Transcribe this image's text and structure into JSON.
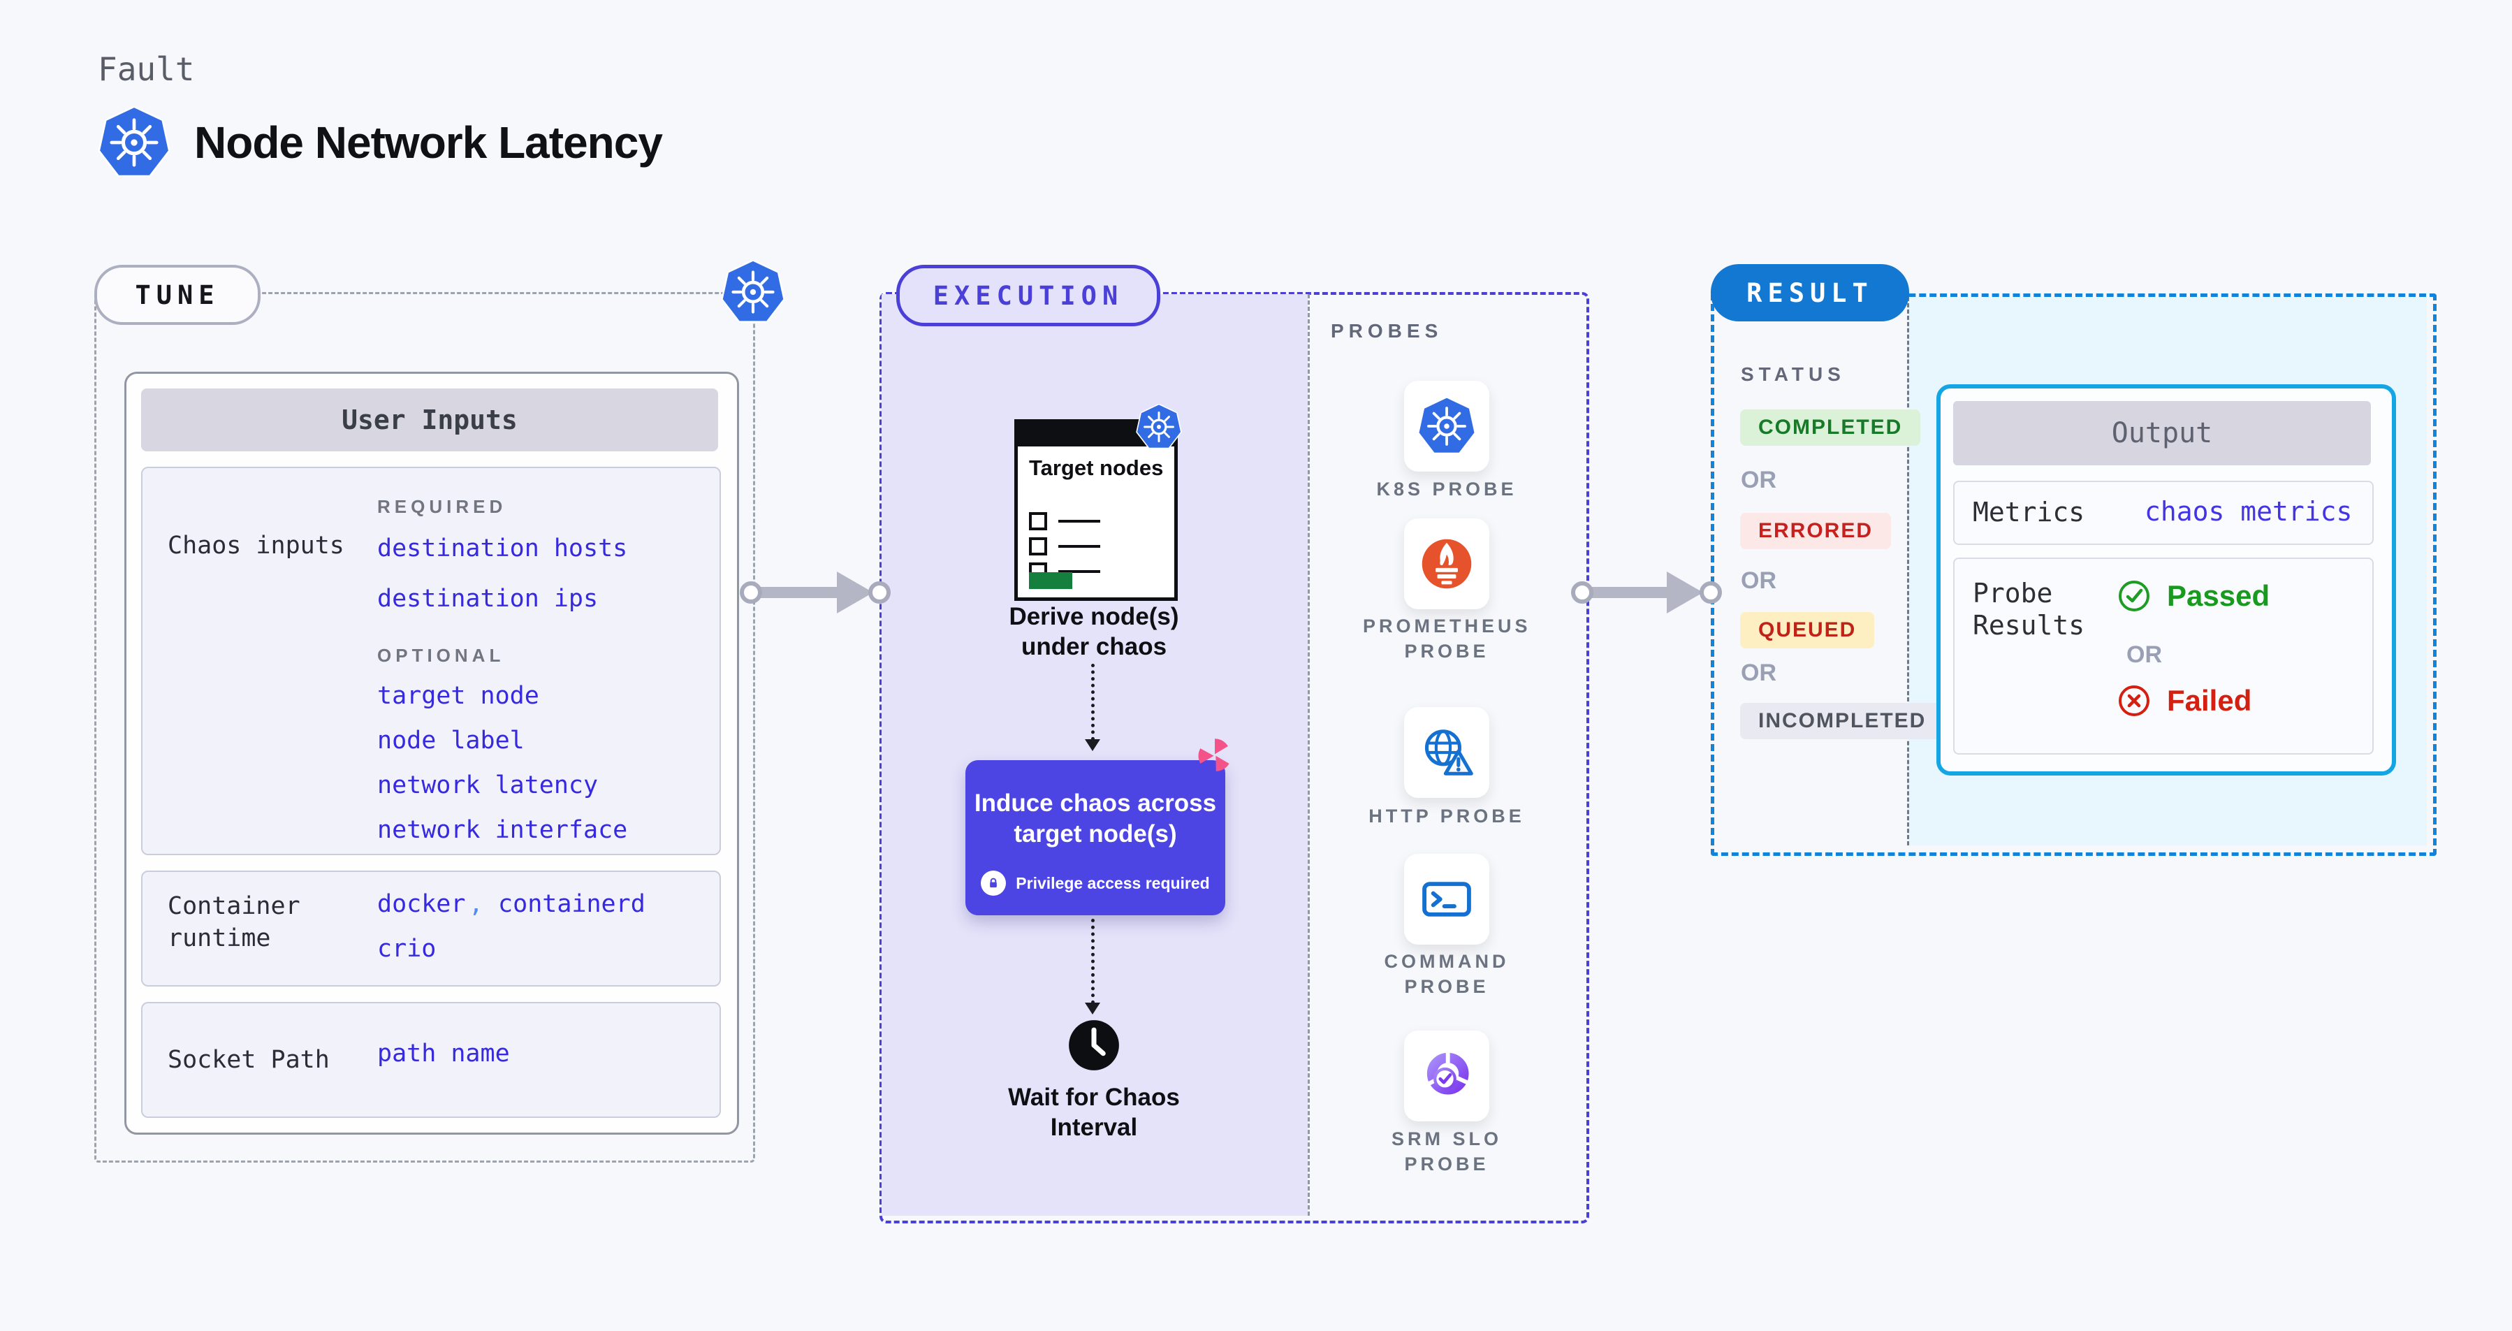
{
  "header": {
    "kicker": "Fault",
    "title": "Node Network Latency"
  },
  "tune": {
    "label": "TUNE",
    "user_inputs": {
      "title": "User Inputs",
      "chaos_inputs": {
        "label": "Chaos inputs",
        "required_label": "REQUIRED",
        "required": [
          "destination hosts",
          "destination ips"
        ],
        "optional_label": "OPTIONAL",
        "optional": [
          "target node",
          "node label",
          "network latency",
          "network interface"
        ]
      },
      "container_runtime": {
        "label": "Container runtime",
        "values": [
          "docker",
          "containerd",
          "crio"
        ],
        "separator": ","
      },
      "socket_path": {
        "label": "Socket Path",
        "value": "path name"
      }
    }
  },
  "execution": {
    "label": "EXECUTION",
    "target_nodes_title": "Target nodes",
    "derive_step": "Derive node(s) under chaos",
    "induce_step": "Induce chaos across target node(s)",
    "privilege_note": "Privilege access required",
    "wait_step": "Wait for Chaos Interval"
  },
  "probes": {
    "label": "PROBES",
    "items": [
      {
        "label": "K8S PROBE",
        "icon": "kubernetes-icon"
      },
      {
        "label": "PROMETHEUS PROBE",
        "icon": "prometheus-icon"
      },
      {
        "label": "HTTP PROBE",
        "icon": "http-globe-warning-icon"
      },
      {
        "label": "COMMAND PROBE",
        "icon": "terminal-icon"
      },
      {
        "label": "SRM SLO PROBE",
        "icon": "slo-donut-check-icon"
      }
    ]
  },
  "result": {
    "label": "RESULT",
    "status": {
      "label": "STATUS",
      "or": "OR",
      "badges": [
        {
          "text": "COMPLETED",
          "type": "success"
        },
        {
          "text": "ERRORED",
          "type": "error"
        },
        {
          "text": "QUEUED",
          "type": "warning"
        },
        {
          "text": "INCOMPLETED",
          "type": "neutral"
        }
      ]
    },
    "output": {
      "title": "Output",
      "metrics_label": "Metrics",
      "metrics_value": "chaos metrics",
      "probe_results_label": "Probe Results",
      "passed": "Passed",
      "or": "OR",
      "failed": "Failed"
    }
  },
  "colors": {
    "accent_indigo": "#4A3FD6",
    "accent_blue": "#1278D2",
    "cyan_border": "#14A5E4",
    "link_blue": "#3629DE",
    "k8s_blue": "#326CE5",
    "prometheus_orange": "#E6522C",
    "success_green": "#189A1E",
    "fail_red": "#D32011",
    "induce_purple": "#4C45E4",
    "chaos_pink": "#F4538A"
  }
}
